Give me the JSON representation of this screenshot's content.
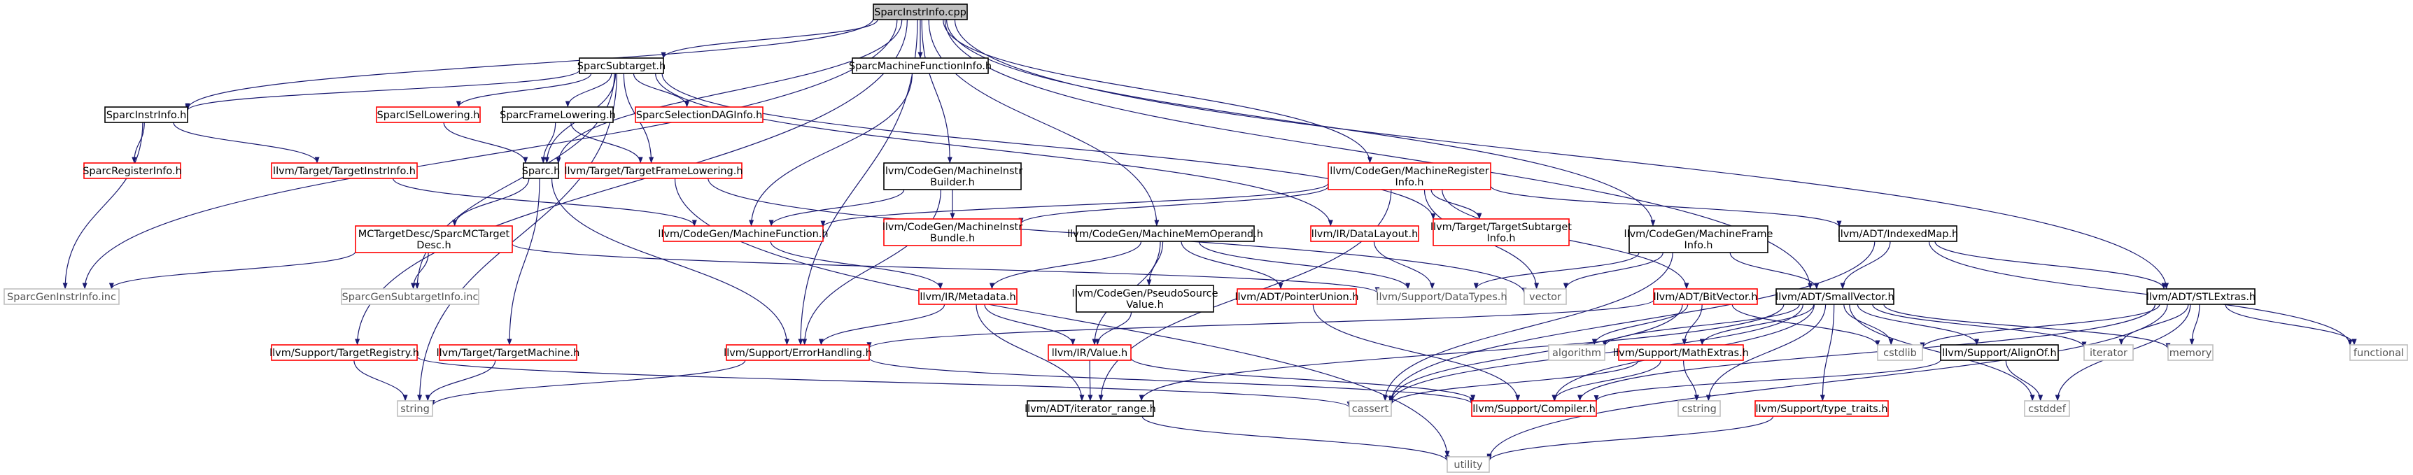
{
  "graph_title": "SparcInstrInfo.cpp",
  "colors": {
    "edge": "#191970",
    "border_default": "#000000",
    "border_undocumented": "#ff0000",
    "border_external": "#bfbfbf",
    "root_fill": "#bfbfbf",
    "text_default": "#000000",
    "text_external": "#555555"
  },
  "nodes": [
    {
      "id": "root",
      "lines": [
        "SparcInstrInfo.cpp"
      ],
      "style": "root"
    },
    {
      "id": "subtarget",
      "lines": [
        "SparcSubtarget.h"
      ],
      "style": "normal"
    },
    {
      "id": "mfi",
      "lines": [
        "SparcMachineFunctionInfo.h"
      ],
      "style": "normal"
    },
    {
      "id": "instrinfo_h",
      "lines": [
        "SparcInstrInfo.h"
      ],
      "style": "normal"
    },
    {
      "id": "isellowering",
      "lines": [
        "SparcISelLowering.h"
      ],
      "style": "red"
    },
    {
      "id": "framelowering",
      "lines": [
        "SparcFrameLowering.h"
      ],
      "style": "normal"
    },
    {
      "id": "seldag",
      "lines": [
        "SparcSelectionDAGInfo.h"
      ],
      "style": "red"
    },
    {
      "id": "reginfo",
      "lines": [
        "SparcRegisterInfo.h"
      ],
      "style": "red"
    },
    {
      "id": "targetinstrinfo",
      "lines": [
        "llvm/Target/TargetInstrInfo.h"
      ],
      "style": "red"
    },
    {
      "id": "targetframelowering",
      "lines": [
        "llvm/Target/TargetFrameLowering.h"
      ],
      "style": "red"
    },
    {
      "id": "sparc_h",
      "lines": [
        "Sparc.h"
      ],
      "style": "normal"
    },
    {
      "id": "mcdesc",
      "lines": [
        "MCTargetDesc/SparcMCTarget",
        "Desc.h"
      ],
      "style": "red"
    },
    {
      "id": "genabbr",
      "lines": [
        "SparcGenInstrInfo.inc"
      ],
      "style": "external"
    },
    {
      "id": "gensub",
      "lines": [
        "SparcGenSubtargetInfo.inc"
      ],
      "style": "external"
    },
    {
      "id": "machinefunction",
      "lines": [
        "llvm/CodeGen/MachineFunction.h"
      ],
      "style": "red"
    },
    {
      "id": "instrbuilder",
      "lines": [
        "llvm/CodeGen/MachineInstr",
        "Builder.h"
      ],
      "style": "normal"
    },
    {
      "id": "instrbundle",
      "lines": [
        "llvm/CodeGen/MachineInstr",
        "Bundle.h"
      ],
      "style": "red"
    },
    {
      "id": "memoperand",
      "lines": [
        "llvm/CodeGen/MachineMemOperand.h"
      ],
      "style": "normal"
    },
    {
      "id": "machreginfo",
      "lines": [
        "llvm/CodeGen/MachineRegister",
        "Info.h"
      ],
      "style": "red"
    },
    {
      "id": "datalayout",
      "lines": [
        "llvm/IR/DataLayout.h"
      ],
      "style": "red"
    },
    {
      "id": "targetsubtarget",
      "lines": [
        "llvm/Target/TargetSubtarget",
        "Info.h"
      ],
      "style": "red"
    },
    {
      "id": "frameinfo",
      "lines": [
        "llvm/CodeGen/MachineFrame",
        "Info.h"
      ],
      "style": "normal"
    },
    {
      "id": "indexedmap",
      "lines": [
        "llvm/ADT/IndexedMap.h"
      ],
      "style": "normal"
    },
    {
      "id": "stlextras",
      "lines": [
        "llvm/ADT/STLExtras.h"
      ],
      "style": "normal"
    },
    {
      "id": "metadata",
      "lines": [
        "llvm/IR/Metadata.h"
      ],
      "style": "red"
    },
    {
      "id": "pseudosource",
      "lines": [
        "llvm/CodeGen/PseudoSource",
        "Value.h"
      ],
      "style": "normal"
    },
    {
      "id": "pointerunion",
      "lines": [
        "llvm/ADT/PointerUnion.h"
      ],
      "style": "red"
    },
    {
      "id": "datatypes",
      "lines": [
        "llvm/Support/DataTypes.h"
      ],
      "style": "external"
    },
    {
      "id": "vector",
      "lines": [
        "vector"
      ],
      "style": "external"
    },
    {
      "id": "bitvector",
      "lines": [
        "llvm/ADT/BitVector.h"
      ],
      "style": "red"
    },
    {
      "id": "smallvector",
      "lines": [
        "llvm/ADT/SmallVector.h"
      ],
      "style": "normal"
    },
    {
      "id": "targetregistry",
      "lines": [
        "llvm/Support/TargetRegistry.h"
      ],
      "style": "red"
    },
    {
      "id": "targetmachine",
      "lines": [
        "llvm/Target/TargetMachine.h"
      ],
      "style": "red"
    },
    {
      "id": "errorhandling",
      "lines": [
        "llvm/Support/ErrorHandling.h"
      ],
      "style": "red"
    },
    {
      "id": "value",
      "lines": [
        "llvm/IR/Value.h"
      ],
      "style": "red"
    },
    {
      "id": "algorithm",
      "lines": [
        "algorithm"
      ],
      "style": "external"
    },
    {
      "id": "mathextras",
      "lines": [
        "llvm/Support/MathExtras.h"
      ],
      "style": "red"
    },
    {
      "id": "cstdlib",
      "lines": [
        "cstdlib"
      ],
      "style": "external"
    },
    {
      "id": "alignof",
      "lines": [
        "llvm/Support/AlignOf.h"
      ],
      "style": "normal"
    },
    {
      "id": "iterator",
      "lines": [
        "iterator"
      ],
      "style": "external"
    },
    {
      "id": "memory",
      "lines": [
        "memory"
      ],
      "style": "external"
    },
    {
      "id": "functional",
      "lines": [
        "functional"
      ],
      "style": "external"
    },
    {
      "id": "string",
      "lines": [
        "string"
      ],
      "style": "external"
    },
    {
      "id": "cassert",
      "lines": [
        "cassert"
      ],
      "style": "external"
    },
    {
      "id": "iterrange",
      "lines": [
        "llvm/ADT/iterator_range.h"
      ],
      "style": "normal"
    },
    {
      "id": "compiler",
      "lines": [
        "llvm/Support/Compiler.h"
      ],
      "style": "red"
    },
    {
      "id": "cstring",
      "lines": [
        "cstring"
      ],
      "style": "external"
    },
    {
      "id": "typetraits",
      "lines": [
        "llvm/Support/type_traits.h"
      ],
      "style": "red"
    },
    {
      "id": "cstddef",
      "lines": [
        "cstddef"
      ],
      "style": "external"
    },
    {
      "id": "utility",
      "lines": [
        "utility"
      ],
      "style": "external"
    }
  ],
  "edges": [
    [
      "root",
      "subtarget"
    ],
    [
      "root",
      "mfi"
    ],
    [
      "root",
      "instrinfo_h"
    ],
    [
      "root",
      "sparc_h"
    ],
    [
      "root",
      "genabbr"
    ],
    [
      "root",
      "targetregistry"
    ],
    [
      "root",
      "errorhandling"
    ],
    [
      "root",
      "instrbuilder"
    ],
    [
      "root",
      "memoperand"
    ],
    [
      "root",
      "machreginfo"
    ],
    [
      "root",
      "frameinfo"
    ],
    [
      "root",
      "smallvector"
    ],
    [
      "root",
      "stlextras"
    ],
    [
      "subtarget",
      "instrinfo_h"
    ],
    [
      "subtarget",
      "isellowering"
    ],
    [
      "subtarget",
      "framelowering"
    ],
    [
      "subtarget",
      "seldag"
    ],
    [
      "subtarget",
      "targetframelowering"
    ],
    [
      "subtarget",
      "datalayout"
    ],
    [
      "subtarget",
      "targetsubtarget"
    ],
    [
      "subtarget",
      "gensub"
    ],
    [
      "subtarget",
      "string"
    ],
    [
      "subtarget",
      "sparc_h"
    ],
    [
      "mfi",
      "machinefunction"
    ],
    [
      "instrinfo_h",
      "reginfo"
    ],
    [
      "instrinfo_h",
      "targetinstrinfo"
    ],
    [
      "instrinfo_h",
      "genabbr"
    ],
    [
      "isellowering",
      "sparc_h"
    ],
    [
      "framelowering",
      "sparc_h"
    ],
    [
      "framelowering",
      "targetframelowering"
    ],
    [
      "targetinstrinfo",
      "machinefunction"
    ],
    [
      "targetframelowering",
      "vector"
    ],
    [
      "targetframelowering",
      "utility"
    ],
    [
      "sparc_h",
      "mcdesc"
    ],
    [
      "sparc_h",
      "targetmachine"
    ],
    [
      "sparc_h",
      "errorhandling"
    ],
    [
      "mcdesc",
      "genabbr"
    ],
    [
      "mcdesc",
      "gensub"
    ],
    [
      "mcdesc",
      "datatypes"
    ],
    [
      "machinefunction",
      "metadata"
    ],
    [
      "instrbuilder",
      "machinefunction"
    ],
    [
      "instrbuilder",
      "instrbundle"
    ],
    [
      "instrbuilder",
      "errorhandling"
    ],
    [
      "memoperand",
      "metadata"
    ],
    [
      "memoperand",
      "pseudosource"
    ],
    [
      "memoperand",
      "pointerunion"
    ],
    [
      "memoperand",
      "value"
    ],
    [
      "memoperand",
      "datatypes"
    ],
    [
      "machreginfo",
      "machinefunction"
    ],
    [
      "machreginfo",
      "instrbundle"
    ],
    [
      "machreginfo",
      "targetsubtarget"
    ],
    [
      "machreginfo",
      "indexedmap"
    ],
    [
      "machreginfo",
      "bitvector"
    ],
    [
      "machreginfo",
      "vector"
    ],
    [
      "machreginfo",
      "iterrange"
    ],
    [
      "datalayout",
      "datatypes"
    ],
    [
      "frameinfo",
      "smallvector"
    ],
    [
      "frameinfo",
      "datatypes"
    ],
    [
      "frameinfo",
      "vector"
    ],
    [
      "frameinfo",
      "cassert"
    ],
    [
      "indexedmap",
      "stlextras"
    ],
    [
      "indexedmap",
      "smallvector"
    ],
    [
      "indexedmap",
      "cassert"
    ],
    [
      "indexedmap",
      "functional"
    ],
    [
      "stlextras",
      "compiler"
    ],
    [
      "stlextras",
      "cstdlib"
    ],
    [
      "stlextras",
      "cstddef"
    ],
    [
      "stlextras",
      "functional"
    ],
    [
      "stlextras",
      "iterator"
    ],
    [
      "stlextras",
      "memory"
    ],
    [
      "stlextras",
      "utility"
    ],
    [
      "metadata",
      "value"
    ],
    [
      "metadata",
      "iterrange"
    ],
    [
      "metadata",
      "errorhandling"
    ],
    [
      "pseudosource",
      "value"
    ],
    [
      "pointerunion",
      "compiler"
    ],
    [
      "bitvector",
      "mathextras"
    ],
    [
      "bitvector",
      "algorithm"
    ],
    [
      "bitvector",
      "cassert"
    ],
    [
      "bitvector",
      "cstdlib"
    ],
    [
      "bitvector",
      "errorhandling"
    ],
    [
      "smallvector",
      "alignof"
    ],
    [
      "smallvector",
      "compiler"
    ],
    [
      "smallvector",
      "mathextras"
    ],
    [
      "smallvector",
      "typetraits"
    ],
    [
      "smallvector",
      "algorithm"
    ],
    [
      "smallvector",
      "cassert"
    ],
    [
      "smallvector",
      "cstddef"
    ],
    [
      "smallvector",
      "cstdlib"
    ],
    [
      "smallvector",
      "cstring"
    ],
    [
      "smallvector",
      "iterator"
    ],
    [
      "smallvector",
      "memory"
    ],
    [
      "smallvector",
      "iterrange"
    ],
    [
      "targetregistry",
      "string"
    ],
    [
      "targetregistry",
      "cassert"
    ],
    [
      "targetmachine",
      "string"
    ],
    [
      "errorhandling",
      "string"
    ],
    [
      "errorhandling",
      "compiler"
    ],
    [
      "value",
      "compiler"
    ],
    [
      "value",
      "iterrange"
    ],
    [
      "mathextras",
      "compiler"
    ],
    [
      "mathextras",
      "cassert"
    ],
    [
      "mathextras",
      "cstring"
    ],
    [
      "alignof",
      "compiler"
    ],
    [
      "alignof",
      "cstddef"
    ],
    [
      "iterrange",
      "utility"
    ],
    [
      "typetraits",
      "utility"
    ]
  ]
}
